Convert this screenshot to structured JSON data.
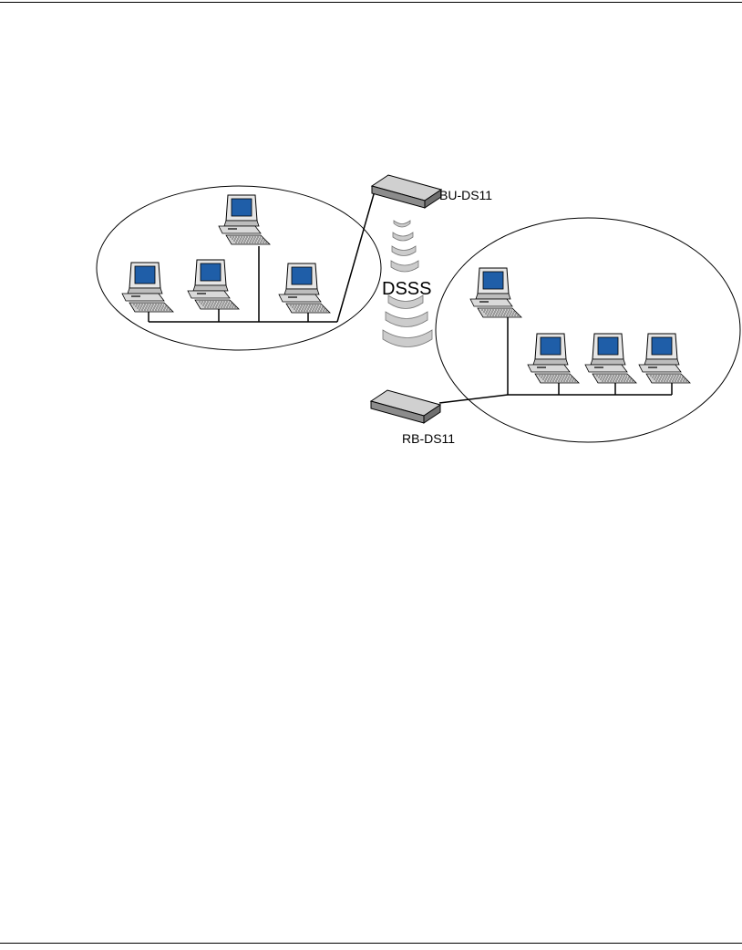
{
  "diagram": {
    "access_point_label": "BU-DS11",
    "remote_bridge_label": "RB-DS11",
    "link_label": "DSSS",
    "left_network": {
      "workstations": 4
    },
    "right_network": {
      "workstations": 4
    }
  },
  "colors": {
    "screen": "#1f5ea8",
    "device_top": "#d0d0d0",
    "device_side": "#8c8c8c",
    "line": "#000000"
  },
  "icons": [
    "computer-icon",
    "bridge-unit-icon",
    "wireless-signal-icon"
  ]
}
